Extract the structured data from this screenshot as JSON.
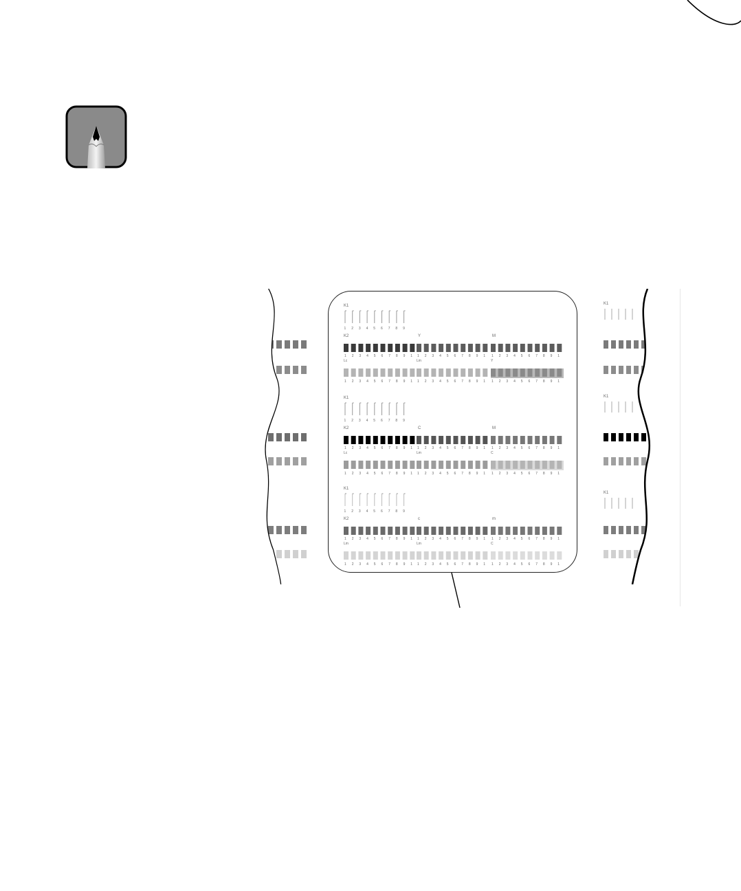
{
  "document": {
    "icon": "pencil-note-icon",
    "pattern_labels": {
      "group1": [
        "K1",
        "K2",
        "Y",
        "M"
      ],
      "group2": [
        "K1",
        "K2",
        "C",
        "M"
      ],
      "group3": [
        "K1",
        "K2",
        "c",
        "m"
      ]
    },
    "sub_labels": {
      "group1": [
        "Lc",
        "Lm",
        "Y"
      ],
      "group2": [
        "Lc",
        "Lm",
        "C"
      ],
      "group3": [
        "Lm",
        "Lm",
        "C"
      ]
    },
    "digits": [
      "1",
      "2",
      "3",
      "4",
      "5",
      "6",
      "7",
      "8",
      "9"
    ]
  }
}
